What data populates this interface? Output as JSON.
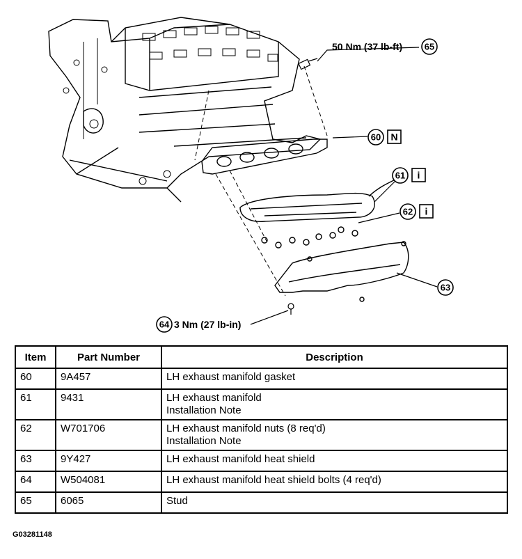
{
  "callouts": {
    "c65": {
      "num": "65",
      "label": "50 Nm (37 lb-ft)"
    },
    "c60": {
      "num": "60",
      "box": "N"
    },
    "c61": {
      "num": "61",
      "box": "i"
    },
    "c62": {
      "num": "62",
      "box": "i"
    },
    "c63": {
      "num": "63"
    },
    "c64": {
      "num": "64",
      "label": "3 Nm (27 lb-in)"
    }
  },
  "table": {
    "headers": [
      "Item",
      "Part Number",
      "Description"
    ],
    "rows": [
      {
        "item": "60",
        "part": "9A457",
        "desc": [
          "LH exhaust manifold gasket"
        ]
      },
      {
        "item": "61",
        "part": "9431",
        "desc": [
          "LH exhaust manifold",
          "Installation Note"
        ]
      },
      {
        "item": "62",
        "part": "W701706",
        "desc": [
          "LH exhaust manifold nuts (8 req'd)",
          "Installation Note"
        ]
      },
      {
        "item": "63",
        "part": "9Y427",
        "desc": [
          "LH exhaust manifold heat shield"
        ]
      },
      {
        "item": "64",
        "part": "W504081",
        "desc": [
          "LH exhaust manifold heat shield bolts (4 req'd)"
        ]
      },
      {
        "item": "65",
        "part": "6065",
        "desc": [
          "Stud"
        ]
      }
    ]
  },
  "figure_id": "G03281148"
}
